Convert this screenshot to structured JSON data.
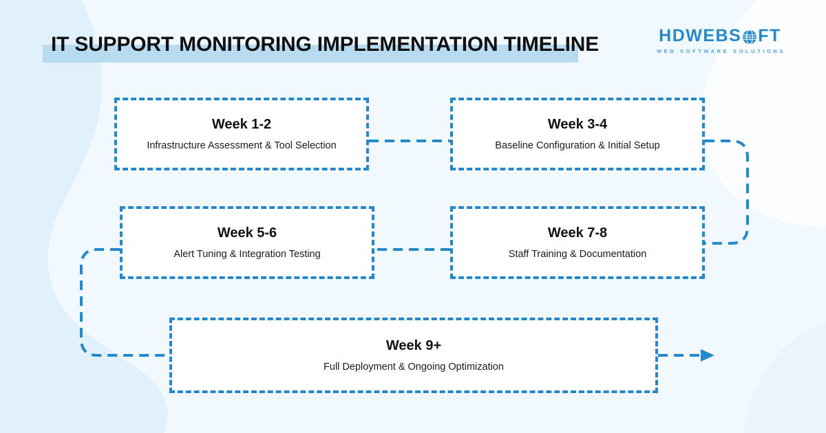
{
  "header": {
    "title": "IT SUPPORT MONITORING IMPLEMENTATION TIMELINE",
    "highlight_color": "#b7dcf1",
    "title_color": "#111111"
  },
  "logo": {
    "name_part1": "HDWEBS",
    "globe_icon": "globe-icon",
    "name_part2": "FT",
    "tagline": "WEB SOFTWARE SOLUTIONS",
    "color": "#2389ce"
  },
  "theme": {
    "background": "#f2f9fe",
    "blob_color": "#e2f2fc",
    "accent": "#2389ce",
    "box_fill": "#ffffff"
  },
  "chart_data": {
    "type": "table",
    "title": "IT SUPPORT MONITORING IMPLEMENTATION TIMELINE",
    "categories": [
      "Week 1-2",
      "Week 3-4",
      "Week 5-6",
      "Week 7-8",
      "Week 9+"
    ],
    "values": [
      "Infrastructure Assessment & Tool Selection",
      "Baseline Configuration & Initial Setup",
      "Alert Tuning & Integration Testing",
      "Staff Training & Documentation",
      "Full Deployment & Ongoing Optimization"
    ]
  },
  "timeline": {
    "steps": [
      {
        "period": "Week 1-2",
        "description": "Infrastructure Assessment & Tool Selection"
      },
      {
        "period": "Week 3-4",
        "description": "Baseline Configuration & Initial Setup"
      },
      {
        "period": "Week 5-6",
        "description": "Alert Tuning & Integration Testing"
      },
      {
        "period": "Week 7-8",
        "description": "Staff Training & Documentation"
      },
      {
        "period": "Week 9+",
        "description": "Full Deployment & Ongoing Optimization"
      }
    ]
  }
}
